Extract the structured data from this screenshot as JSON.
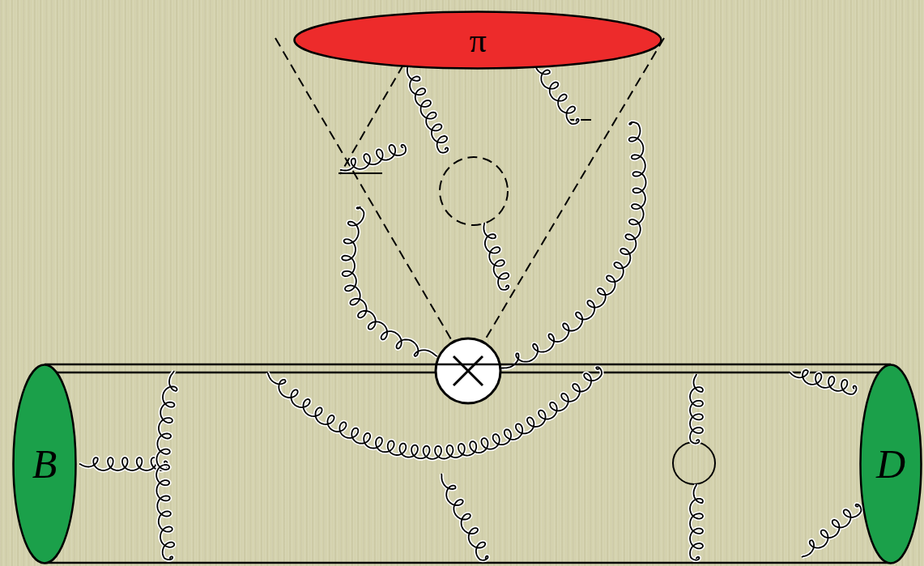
{
  "diagram": {
    "nodes": [
      {
        "text": [
          "π"
        ]
      },
      {
        "text": [
          "B"
        ]
      },
      {
        "text": [
          "D"
        ]
      }
    ],
    "edges": [
      {
        "from": 1,
        "to": 2,
        "arrow": "none"
      }
    ]
  }
}
